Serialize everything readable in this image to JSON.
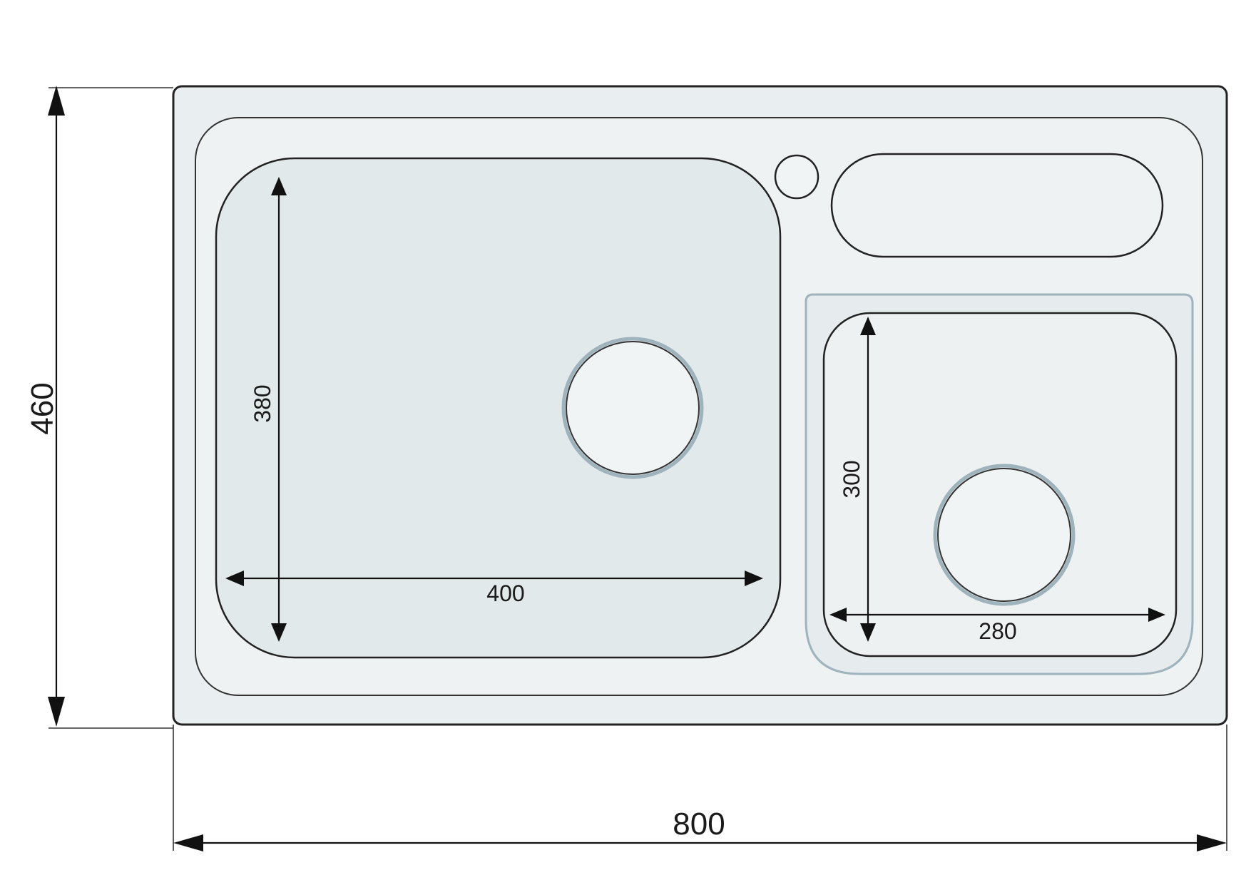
{
  "dimensions": {
    "overall_width": "800",
    "overall_height": "460",
    "large_bowl_width": "400",
    "large_bowl_height": "380",
    "small_bowl_width": "280",
    "small_bowl_height": "300"
  },
  "colors": {
    "sink_surface": "#eef2f3",
    "bowl_fill": "#e2e9eb",
    "outline": "#222222",
    "drain_ring": "#9fb3bd",
    "drain_fill": "#f1f4f5"
  }
}
